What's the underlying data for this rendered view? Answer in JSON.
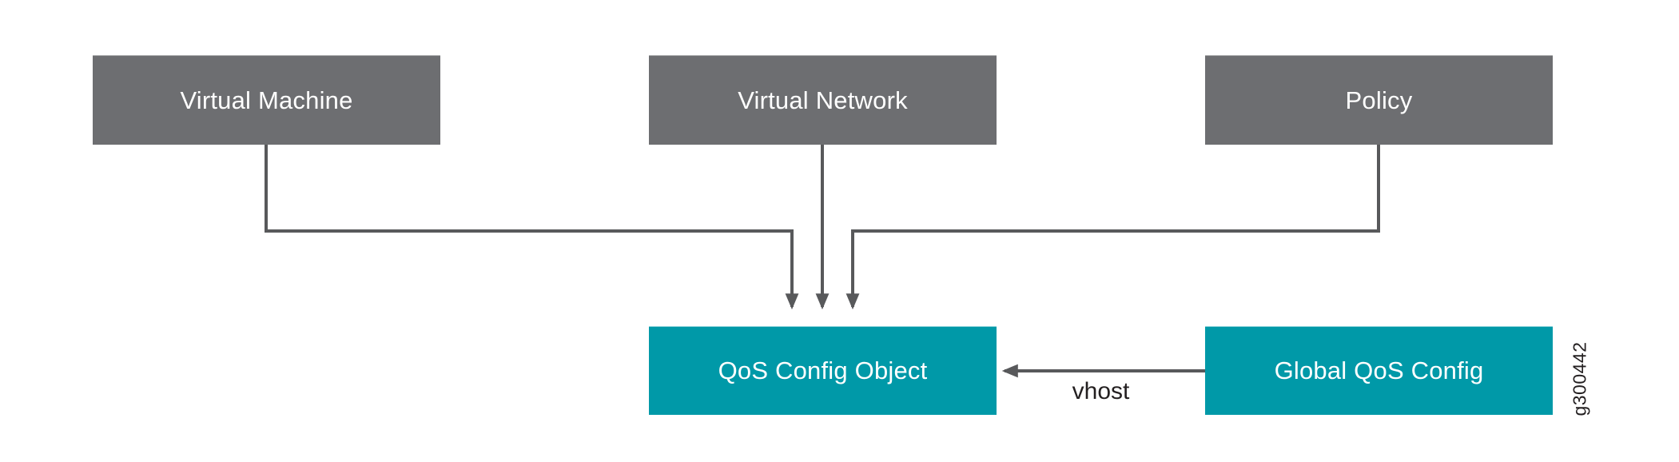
{
  "diagram": {
    "nodes": {
      "virtual_machine": {
        "label": "Virtual Machine",
        "color": "#6d6e71"
      },
      "virtual_network": {
        "label": "Virtual Network",
        "color": "#6d6e71"
      },
      "policy": {
        "label": "Policy",
        "color": "#6d6e71"
      },
      "qos_config_object": {
        "label": "QoS Config Object",
        "color": "#0099a8"
      },
      "global_qos_config": {
        "label": "Global QoS Config",
        "color": "#0099a8"
      }
    },
    "edges": [
      {
        "from": "Virtual Machine",
        "to": "QoS Config Object",
        "label": ""
      },
      {
        "from": "Virtual Network",
        "to": "QoS Config Object",
        "label": ""
      },
      {
        "from": "Policy",
        "to": "QoS Config Object",
        "label": ""
      },
      {
        "from": "Global QoS Config",
        "to": "QoS Config Object",
        "label": "vhost"
      }
    ],
    "edge_color": "#58595b",
    "figure_id": "g300442"
  }
}
